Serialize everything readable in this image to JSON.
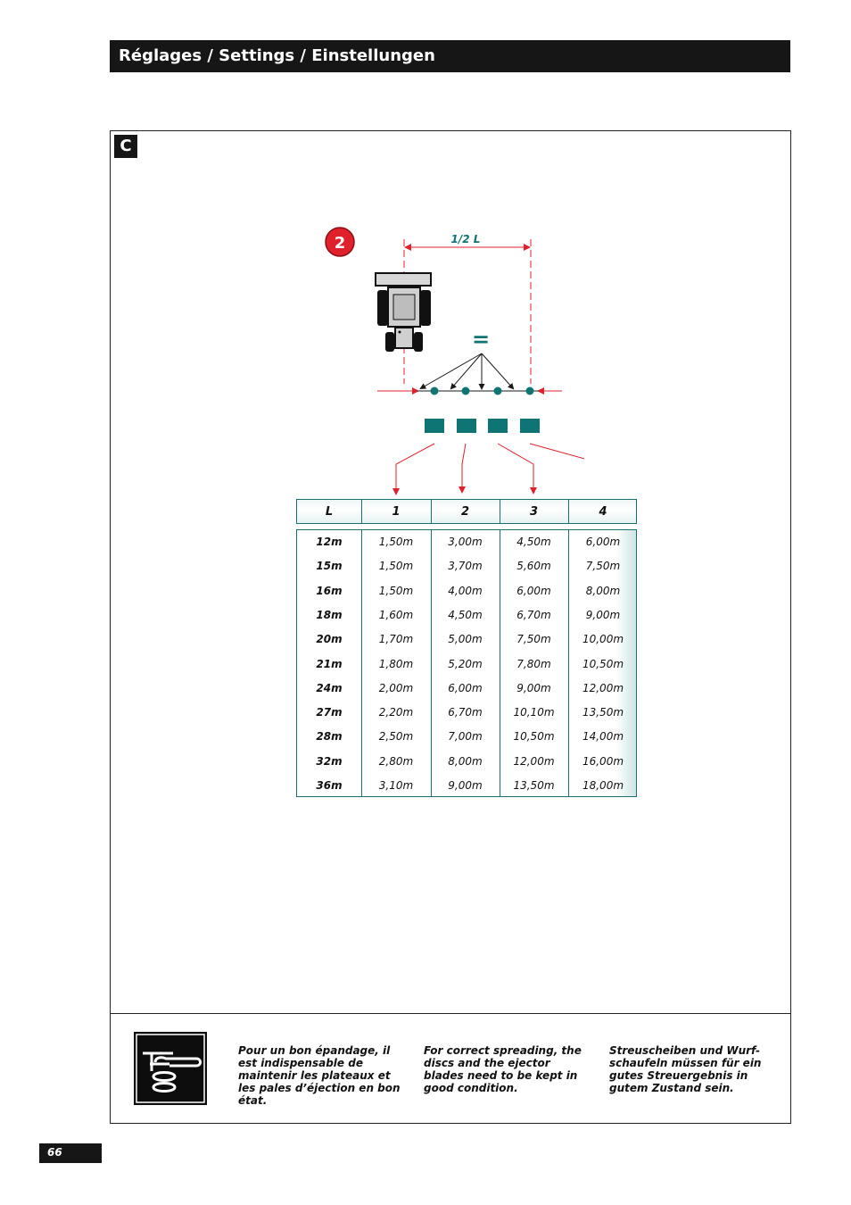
{
  "header": {
    "title": "Réglages / Settings / Einstellungen"
  },
  "section": {
    "badge": "C"
  },
  "diagram": {
    "step_number": "2",
    "half_width_label": "1/2 L",
    "equal_sign": "=",
    "colors": {
      "teal": "#0f7474",
      "red": "#e0202a",
      "dark": "#1a1a1a"
    }
  },
  "table": {
    "headers": [
      "L",
      "1",
      "2",
      "3",
      "4"
    ],
    "rows": [
      [
        "12m",
        "1,50m",
        "3,00m",
        "4,50m",
        "6,00m"
      ],
      [
        "15m",
        "1,50m",
        "3,70m",
        "5,60m",
        "7,50m"
      ],
      [
        "16m",
        "1,50m",
        "4,00m",
        "6,00m",
        "8,00m"
      ],
      [
        "18m",
        "1,60m",
        "4,50m",
        "6,70m",
        "9,00m"
      ],
      [
        "20m",
        "1,70m",
        "5,00m",
        "7,50m",
        "10,00m"
      ],
      [
        "21m",
        "1,80m",
        "5,20m",
        "7,80m",
        "10,50m"
      ],
      [
        "24m",
        "2,00m",
        "6,00m",
        "9,00m",
        "12,00m"
      ],
      [
        "27m",
        "2,20m",
        "6,70m",
        "10,10m",
        "13,50m"
      ],
      [
        "28m",
        "2,50m",
        "7,00m",
        "10,50m",
        "14,00m"
      ],
      [
        "32m",
        "2,80m",
        "8,00m",
        "12,00m",
        "16,00m"
      ],
      [
        "36m",
        "3,10m",
        "9,00m",
        "13,50m",
        "18,00m"
      ]
    ]
  },
  "notes": {
    "fr": "Pour un bon épandage, il est indispensable de maintenir les plateaux et les pales d’éjection en bon état.",
    "en": "For correct spreading, the discs and the ejector blades need to be kept in good condition.",
    "de": "Streuscheiben und Wurf-schaufeln müssen für ein gutes Streuergebnis in gutem Zustand sein."
  },
  "footer": {
    "page_number": "66"
  }
}
